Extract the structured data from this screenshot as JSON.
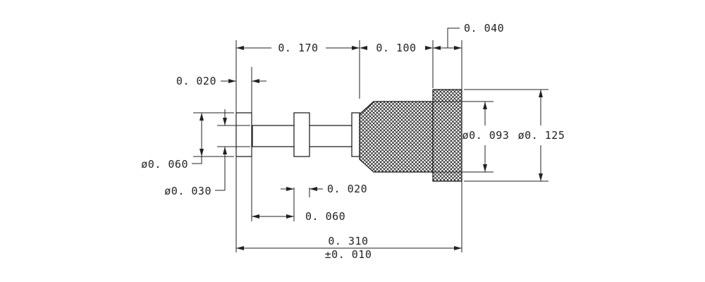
{
  "dimensions": {
    "total_length": "0. 310",
    "total_tolerance": "±0. 010",
    "length_170": "0. 170",
    "length_100": "0. 100",
    "length_040": "0. 040",
    "width_020_left": "0. 020",
    "width_020_mid": "0. 020",
    "length_060": "0. 060",
    "dia_060": "ø0. 060",
    "dia_030": "ø0. 030",
    "dia_093": "ø0. 093",
    "dia_125": "ø0. 125"
  },
  "colors": {
    "line": "#222222",
    "background": "#ffffff"
  }
}
